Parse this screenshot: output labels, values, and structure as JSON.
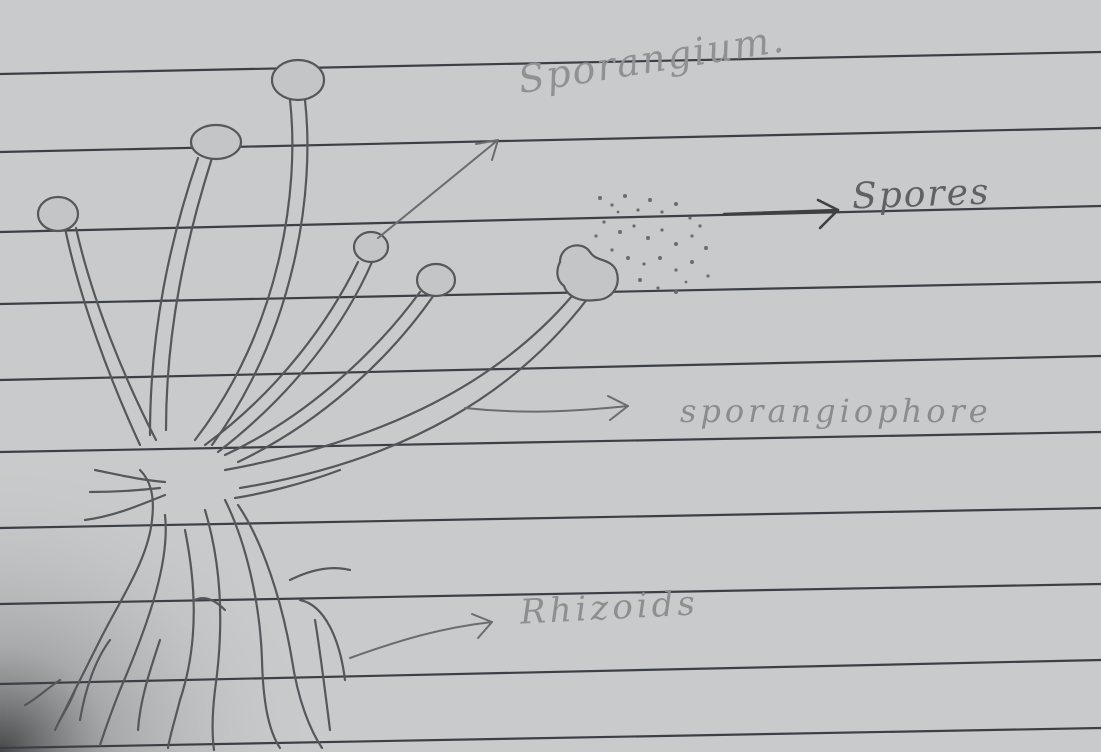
{
  "diagram": {
    "labels": {
      "sporangium": "Sporangium.",
      "spores": "Spores",
      "sporangiophore": "sporangiophore",
      "rhizoids": "Rhizoids"
    },
    "colors": {
      "paper": "#c9cacb",
      "rule_line": "#3b4047",
      "pencil": "#55585b"
    }
  }
}
